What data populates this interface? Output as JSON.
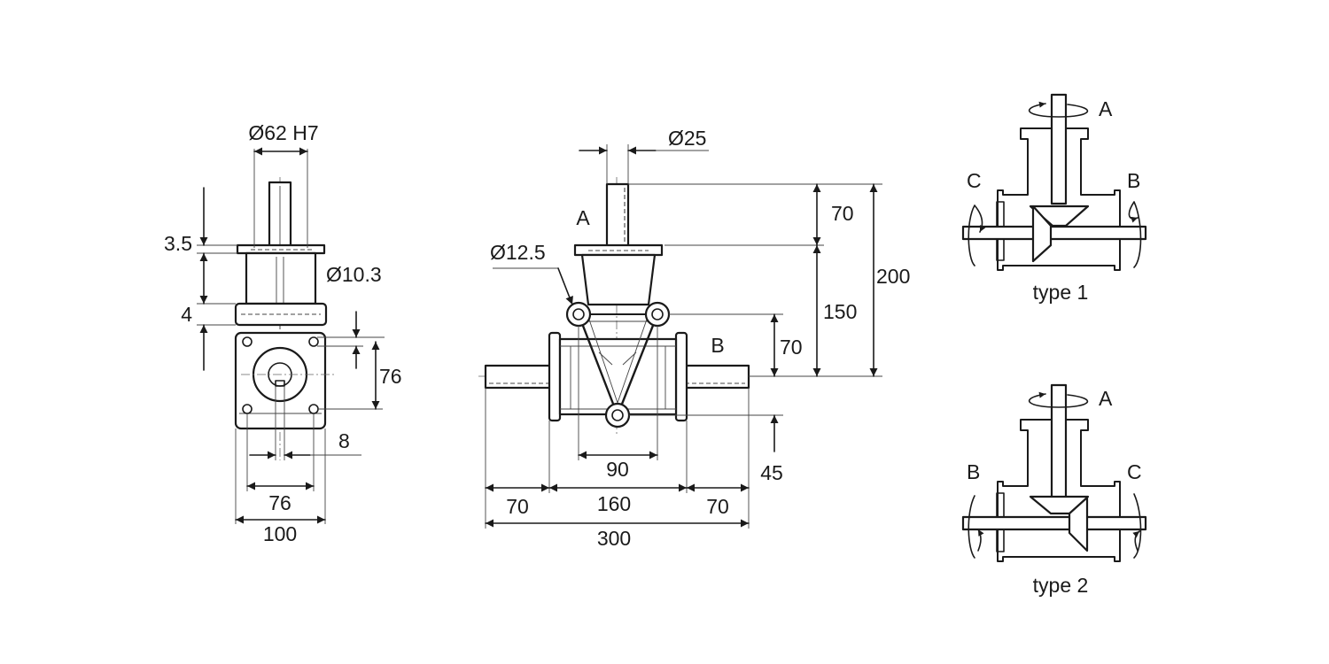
{
  "side_view": {
    "bore_dia": "Ø62 H7",
    "flange_thk": "3.5",
    "collar_thk": "4",
    "hole_dia": "Ø10.3",
    "bolt_pitch_v": "76",
    "key_width": "8",
    "bolt_pitch_h": "76",
    "base_width": "100"
  },
  "front_view": {
    "shaft_dia": "Ø25",
    "port_a": "A",
    "port_b": "B",
    "pin_dia": "Ø12.5",
    "shaft_len": "70",
    "body_height": "150",
    "total_height": "200",
    "pivot_height": "70",
    "low_offset": "45",
    "pivot_spacing": "90",
    "left_stub": "70",
    "body_width": "160",
    "right_stub": "70",
    "total_width": "300"
  },
  "types": [
    {
      "label": "type 1",
      "top": "A",
      "left": "C",
      "right": "B"
    },
    {
      "label": "type 2",
      "top": "A",
      "left": "B",
      "right": "C"
    }
  ]
}
